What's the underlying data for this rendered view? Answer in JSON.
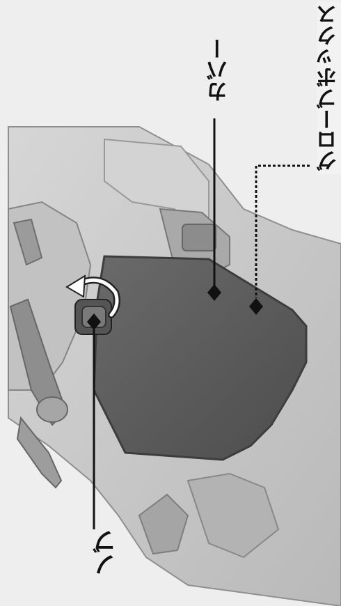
{
  "labels": {
    "cover": "カバー",
    "glove_box": "グローブボックス",
    "knob": "ノブ"
  },
  "colors": {
    "background": "#eeeeee",
    "body_panel": "#c9c9c9",
    "cover_panel": "#5f5f5f",
    "leader_line": "#111111"
  },
  "icons": {
    "rotate_arrow": "curved-arrow-icon",
    "knob": "knob-icon"
  }
}
